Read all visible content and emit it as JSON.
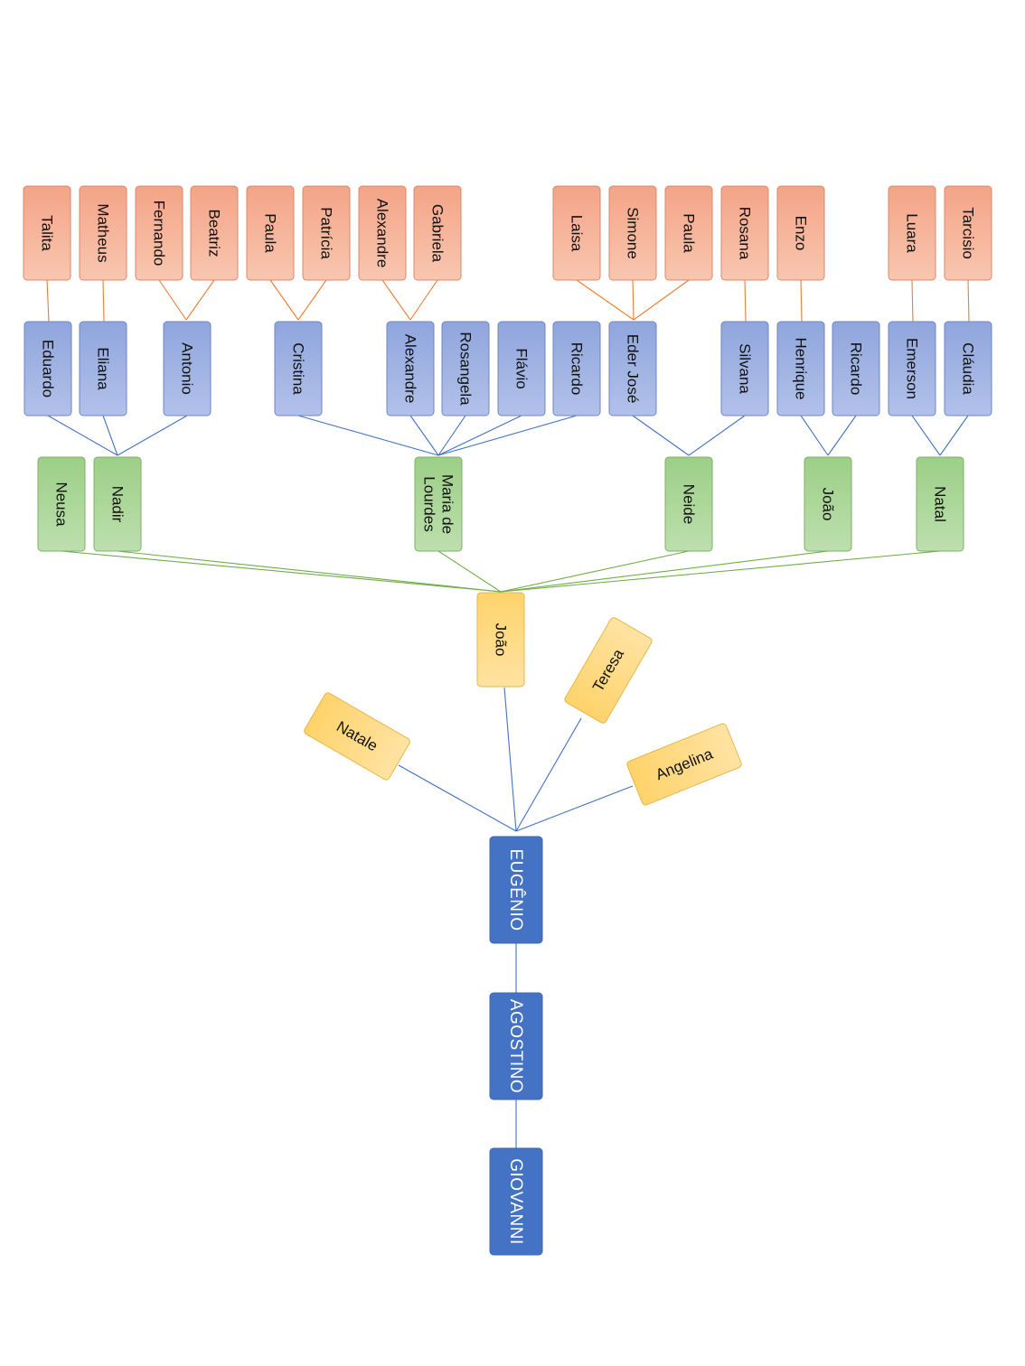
{
  "colors": {
    "orange_edge": "#ed7d31",
    "blue_edge": "#4472c4",
    "green_edge": "#70ad47",
    "trunk_edge": "#4472c4",
    "root_fill": "#4472c4"
  },
  "nodes": {
    "giovanni": "GIOVANNI",
    "agostino": "AGOSTINO",
    "eugenio": "EUGÊNIO",
    "natale": "Natale",
    "joao_yellow": "João",
    "teresa": "Teresa",
    "angelina": "Angelina",
    "neusa": "Neusa",
    "nadir": "Nadir",
    "maria_de_lourdes": [
      "Maria de",
      "Lourdes"
    ],
    "neide": "Neide",
    "joao_green": "João",
    "natal": "Natal",
    "eduardo": "Eduardo",
    "eliana": "Eliana",
    "antonio": "Antonio",
    "cristina": "Cristina",
    "alexandre_blue": "Alexandre",
    "rosangela": "Rosangela",
    "flavio": "Flávio",
    "ricardo_1": "Ricardo",
    "eder_jose": "Eder José",
    "silvana": "Silvana",
    "henrique": "Henrique",
    "ricardo_2": "Ricardo",
    "emerson": "Emerson",
    "claudia": "Cláudia",
    "talita": "Talita",
    "matheus": "Matheus",
    "fernando": "Fernando",
    "beatriz": "Beatriz",
    "paula_1": "Paula",
    "patricia": "Patrícia",
    "alexandre_orange": "Alexandre",
    "gabriela": "Gabriela",
    "laisa": "Laisa",
    "simone": "Simone",
    "paula_2": "Paula",
    "rosana": "Rosana",
    "enzo": "Enzo",
    "luara": "Luara",
    "tarcisio": "Tarcisio"
  },
  "edges": [
    [
      "agostino",
      "giovanni"
    ],
    [
      "eugenio",
      "agostino"
    ],
    [
      "eugenio",
      "natale"
    ],
    [
      "eugenio",
      "joao_yellow"
    ],
    [
      "eugenio",
      "teresa"
    ],
    [
      "eugenio",
      "angelina"
    ],
    [
      "joao_yellow",
      "neusa"
    ],
    [
      "joao_yellow",
      "nadir"
    ],
    [
      "joao_yellow",
      "maria_de_lourdes"
    ],
    [
      "joao_yellow",
      "neide"
    ],
    [
      "joao_yellow",
      "joao_green"
    ],
    [
      "joao_yellow",
      "natal"
    ],
    [
      "nadir",
      "eduardo"
    ],
    [
      "nadir",
      "eliana"
    ],
    [
      "nadir",
      "antonio"
    ],
    [
      "maria_de_lourdes",
      "cristina"
    ],
    [
      "maria_de_lourdes",
      "alexandre_blue"
    ],
    [
      "maria_de_lourdes",
      "rosangela"
    ],
    [
      "maria_de_lourdes",
      "flavio"
    ],
    [
      "maria_de_lourdes",
      "ricardo_1"
    ],
    [
      "neide",
      "eder_jose"
    ],
    [
      "neide",
      "silvana"
    ],
    [
      "joao_green",
      "henrique"
    ],
    [
      "joao_green",
      "ricardo_2"
    ],
    [
      "natal",
      "emerson"
    ],
    [
      "natal",
      "claudia"
    ],
    [
      "eduardo",
      "talita"
    ],
    [
      "eliana",
      "matheus"
    ],
    [
      "antonio",
      "fernando"
    ],
    [
      "antonio",
      "beatriz"
    ],
    [
      "cristina",
      "paula_1"
    ],
    [
      "cristina",
      "patricia"
    ],
    [
      "alexandre_blue",
      "alexandre_orange"
    ],
    [
      "alexandre_blue",
      "gabriela"
    ],
    [
      "eder_jose",
      "laisa"
    ],
    [
      "eder_jose",
      "simone"
    ],
    [
      "eder_jose",
      "paula_2"
    ],
    [
      "silvana",
      "rosana"
    ],
    [
      "henrique",
      "enzo"
    ],
    [
      "emerson",
      "luara"
    ],
    [
      "claudia",
      "tarcisio"
    ]
  ]
}
